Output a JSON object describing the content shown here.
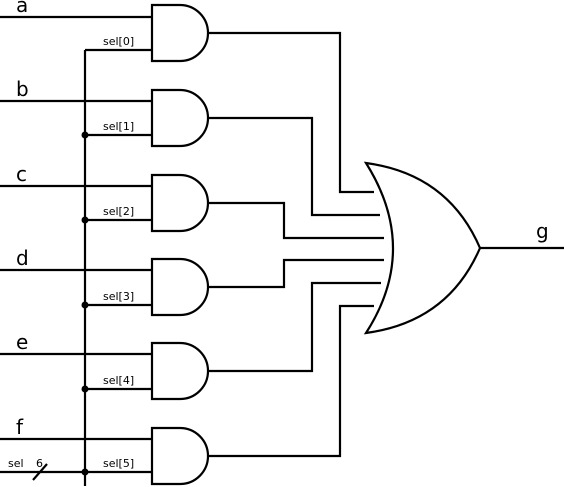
{
  "diagram": {
    "inputs": [
      {
        "label": "a",
        "select": "sel[0]"
      },
      {
        "label": "b",
        "select": "sel[1]"
      },
      {
        "label": "c",
        "select": "sel[2]"
      },
      {
        "label": "d",
        "select": "sel[3]"
      },
      {
        "label": "e",
        "select": "sel[4]"
      },
      {
        "label": "f",
        "select": "sel[5]"
      }
    ],
    "bus": {
      "label": "sel",
      "width": "6"
    },
    "output": {
      "label": "g"
    }
  }
}
